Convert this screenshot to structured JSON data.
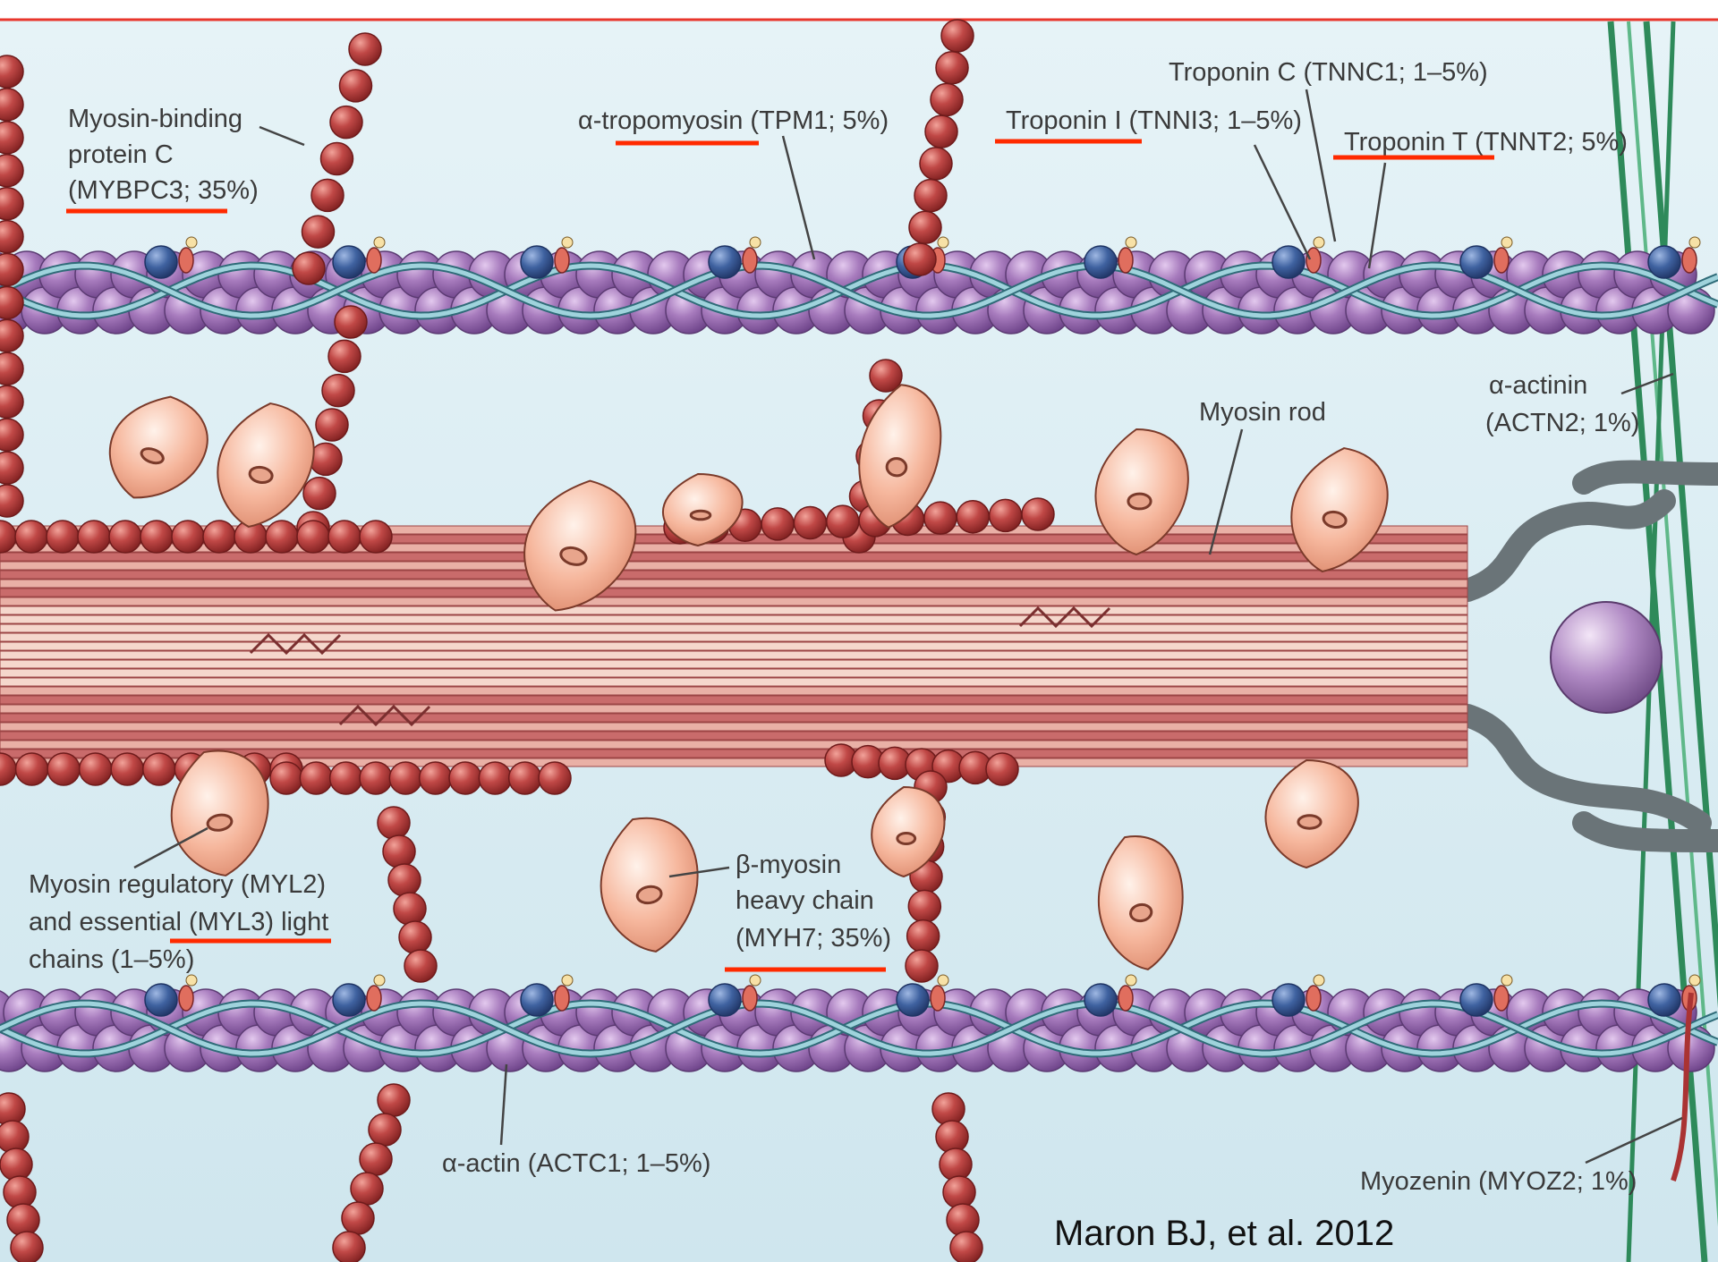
{
  "colors": {
    "background": "#ddeef3",
    "frame_red": "#e8362c",
    "actin": "#9b6bb0",
    "tropomyosin": "#6fb0bc",
    "troponin_blue": "#3f62a0",
    "myosin_head": "#f2a88a",
    "myosin_filament": "#c96b6b",
    "mybpc_bead": "#b83c3c",
    "z_disc": "#2e8a5a",
    "underline": "#ff2a00"
  },
  "labels": {
    "mybpc": [
      "Myosin-binding",
      "protein C",
      "(MYBPC3; 35%)"
    ],
    "tropomyosin": "α-tropomyosin (TPM1; 5%)",
    "troponin_i": "Troponin I (TNNI3; 1–5%)",
    "troponin_c": "Troponin C (TNNC1; 1–5%)",
    "troponin_t": "Troponin T (TNNT2; 5%)",
    "actinin": [
      "α-actinin",
      "(ACTN2; 1%)"
    ],
    "myosin_rod": "Myosin rod",
    "light_chains": [
      "Myosin regulatory (MYL2)",
      "and essential (MYL3) light",
      "chains (1–5%)"
    ],
    "myh7": [
      "β-myosin",
      "heavy chain",
      "(MYH7; 35%)"
    ],
    "actin": "α-actin (ACTC1; 1–5%)",
    "myozenin": "Myozenin (MYOZ2; 1%)"
  },
  "citation": "Maron BJ, et al. 2012"
}
